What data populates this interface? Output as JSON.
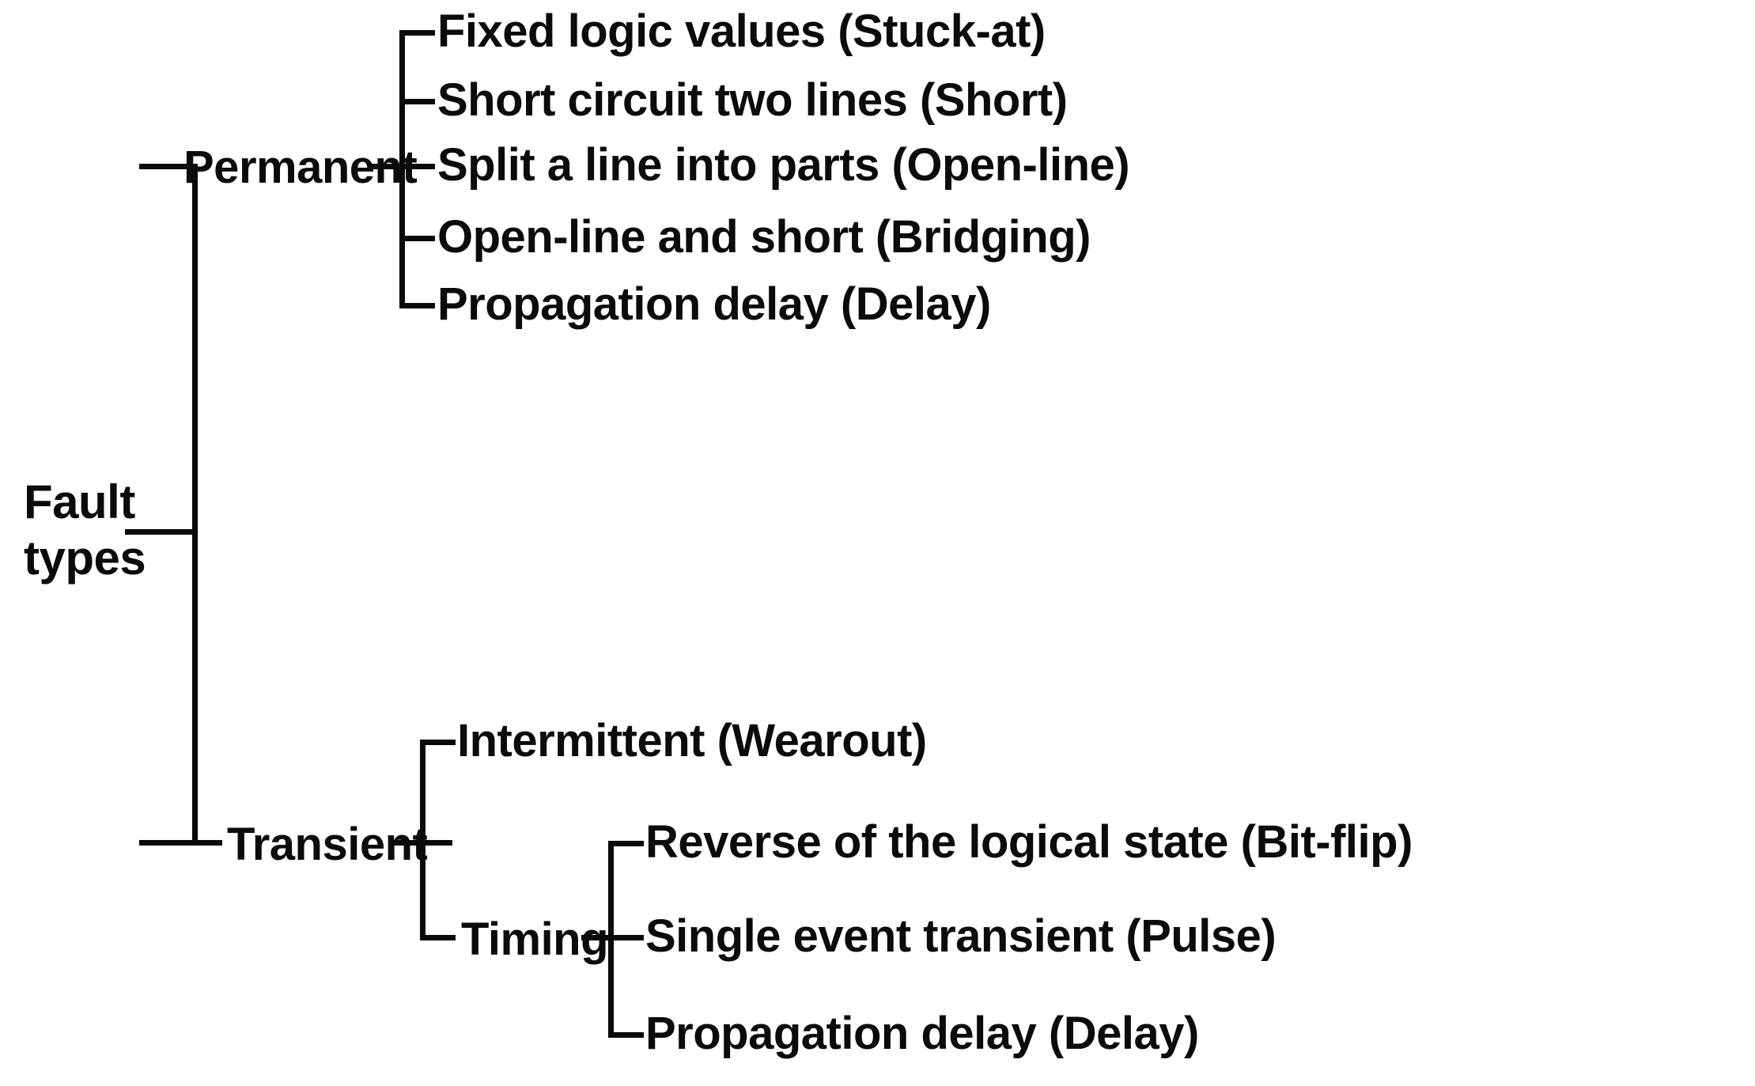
{
  "diagram": {
    "title": "Fault types",
    "root": {
      "label": "Fault types",
      "line1": "Fault",
      "line2": "types"
    },
    "branches": [
      {
        "id": "permanent",
        "label": "Permanent",
        "children": [
          {
            "id": "stuck-at",
            "label": "Fixed logic values (Stuck-at)"
          },
          {
            "id": "short",
            "label": "Short circuit two lines (Short)"
          },
          {
            "id": "open-line",
            "label": "Split a line into parts (Open-line)"
          },
          {
            "id": "bridging",
            "label": "Open-line and short (Bridging)"
          },
          {
            "id": "delay",
            "label": "Propagation delay (Delay)"
          }
        ]
      },
      {
        "id": "transient",
        "label": "Transient",
        "children": [
          {
            "id": "intermittent",
            "label": "Intermittent (Wearout)"
          },
          {
            "id": "timing",
            "label": "Timing",
            "children": [
              {
                "id": "bit-flip",
                "label": "Reverse of the logical state (Bit-flip)"
              },
              {
                "id": "pulse",
                "label": "Single event transient (Pulse)"
              },
              {
                "id": "delay2",
                "label": "Propagation delay (Delay)"
              }
            ]
          }
        ]
      }
    ],
    "colors": {
      "line": "#0a0a0a",
      "text": "#0b0b0b",
      "background": "#ffffff"
    }
  }
}
